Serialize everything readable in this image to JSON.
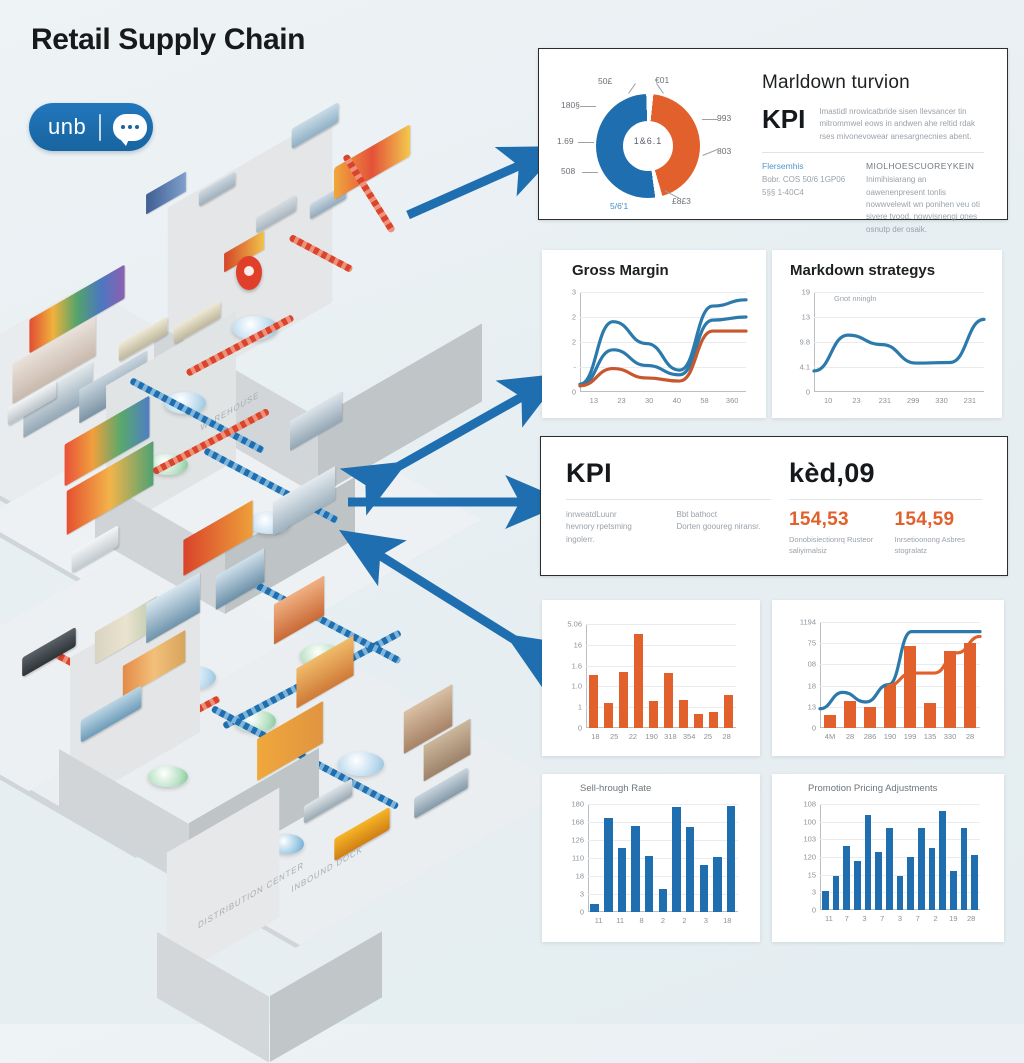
{
  "page": {
    "title": "Retail Supply Chain",
    "background_color": "#e9eff2",
    "accent_blue": "#1f6fb0",
    "accent_orange": "#e2602b"
  },
  "badge": {
    "word": "unb",
    "icon": "chat-bubble-icon",
    "color": "#1c6aa8"
  },
  "scene": {
    "name": "isometric-supply-chain-illustration",
    "labels": [
      "WAREHOUSE",
      "DISTRIBUTION CENTER",
      "INBOUND DOCK"
    ],
    "belt_red": "#d8452a",
    "belt_blue": "#1f6fb0"
  },
  "arrows": [
    {
      "name": "arrow-to-markdown-panel"
    },
    {
      "name": "arrow-to-gross-margin-panel"
    },
    {
      "name": "arrow-to-kpi-panel"
    },
    {
      "name": "arrow-to-bar-charts-panel"
    }
  ],
  "panels": {
    "markdown_overview": {
      "heading": "Marldown turvion",
      "kpi_label": "KPI",
      "body": "Imastidl nrowicatbride sisen llevsancer tin mitrommwel eows in andwen ahe reltid rdak rses mivonevowear anesargnecnies abent.",
      "sub_accent": "Flersemhis",
      "sub_head": "MIOLHOESCUOREYKEIN",
      "sub_left": "Bobr. COS 50/6 1GP06 5§§ 1-40C4",
      "sub_right": "Inimihisiarang an oawenenpresent tonlis nowwvelewit wn ponihen veu oti sivere tvood. nowvisnengi qnes osnutp der osaik."
    },
    "kpi_block": {
      "heading": "KPI",
      "value_big": "kèd,09",
      "col1_head": "inrweatdLuunr",
      "col1_body": "hevnory rpetsming ingolerr.",
      "col2_head": "Bbt bathoct",
      "col2_body": "Dorten gooureg niransr.",
      "metric1_value": "154,53",
      "metric1_caption": "Donobisiectionrq Rusteor saliyimalsiz",
      "metric2_value": "154,59",
      "metric2_caption": "Inrsetioonong Asbres stogralatz"
    }
  },
  "chart_data": [
    {
      "name": "markdown-overview-donut",
      "type": "pie",
      "title": "Marldown turvion",
      "donut": true,
      "center_label": "1&6.1",
      "categories": [
        "Blue segment",
        "Orange segment"
      ],
      "values": [
        55,
        45
      ],
      "colors": [
        "#1f6fb0",
        "#e2602b"
      ],
      "callout_labels": [
        "50£",
        "€01",
        "180§",
        "993",
        "1.69",
        "803",
        "508",
        "£8£3",
        "5/6'1"
      ],
      "legend": "none"
    },
    {
      "name": "gross-margin-line",
      "type": "line",
      "title": "Gross Margin",
      "x": [
        13,
        23,
        30,
        40,
        58,
        360
      ],
      "xtick_labels": [
        "13",
        "23",
        "30",
        "40",
        "58",
        "360"
      ],
      "ytick_labels": [
        "0",
        "-",
        "2",
        "2",
        "3"
      ],
      "ylim": [
        0,
        3.2
      ],
      "grid": true,
      "series": [
        {
          "name": "series-blue-upper",
          "color": "#2b7aab",
          "values": [
            0.25,
            2.25,
            1.55,
            0.7,
            2.75,
            2.95
          ]
        },
        {
          "name": "series-blue-lower",
          "color": "#2b7aab",
          "values": [
            0.2,
            1.35,
            0.85,
            0.55,
            2.3,
            2.4
          ]
        },
        {
          "name": "series-orange",
          "color": "#c7572c",
          "values": [
            0.2,
            0.75,
            0.45,
            0.35,
            1.95,
            1.95
          ]
        }
      ]
    },
    {
      "name": "markdown-strategy-line",
      "type": "line",
      "title": "Markdown strategys",
      "annotation": "Gnot nningln",
      "x": [
        10,
        23,
        231,
        299,
        330,
        231
      ],
      "xtick_labels": [
        "10",
        "23",
        "231",
        "299",
        "330",
        "231"
      ],
      "ytick_labels": [
        "0",
        "4.1",
        "9.8",
        "13",
        "19"
      ],
      "ylim": [
        0,
        19
      ],
      "grid": true,
      "series": [
        {
          "name": "series-blue",
          "color": "#2b7aab",
          "values": [
            4.0,
            10.8,
            9.0,
            5.5,
            5.6,
            13.8
          ]
        }
      ]
    },
    {
      "name": "orange-bar-chart",
      "type": "bar",
      "title": "",
      "categories": [
        "18",
        "25",
        "22",
        "190",
        "318",
        "354",
        "25",
        "25",
        "28",
        "28"
      ],
      "xtick_labels": [
        "18",
        "25",
        "22",
        "190",
        "318",
        "354",
        "25",
        "28"
      ],
      "ytick_labels": [
        "0",
        "1",
        "1.0",
        "1.6",
        "16",
        "5.06"
      ],
      "values": [
        1.52,
        0.72,
        1.62,
        2.72,
        0.78,
        1.58,
        0.82,
        0.4,
        0.45,
        0.95
      ],
      "color": "#e2602b",
      "ylim": [
        0,
        3
      ],
      "grid": true
    },
    {
      "name": "combo-bar-line-chart",
      "type": "bar",
      "title": "",
      "categories": [
        "4M",
        "28",
        "286",
        "190",
        "199",
        "135",
        "330",
        "28"
      ],
      "xtick_labels": [
        "4M",
        "28",
        "286",
        "190",
        "199",
        "135",
        "330",
        "28"
      ],
      "ytick_labels": [
        "0",
        "13",
        "18",
        "08",
        "75",
        "1194"
      ],
      "ylim": [
        0,
        110
      ],
      "grid": true,
      "values": [
        14,
        28,
        22,
        45,
        85,
        26,
        80,
        88
      ],
      "color": "#e2602b",
      "series": [
        {
          "name": "line-blue",
          "color": "#2b7aab",
          "type": "line",
          "values": [
            20,
            37,
            27,
            45,
            100,
            100,
            100,
            100
          ]
        },
        {
          "name": "line-orange",
          "color": "#e2602b",
          "type": "line",
          "values": [
            null,
            null,
            null,
            44,
            57,
            57,
            78,
            95
          ]
        }
      ]
    },
    {
      "name": "sell-through-rate-bars",
      "type": "bar",
      "title": "Sell-hrough Rate",
      "categories": [
        "11",
        "11",
        "8",
        "2",
        "2",
        "3",
        "18",
        "",
        "",
        "",
        ""
      ],
      "xtick_labels": [
        "11",
        "11",
        "8",
        "2",
        "2",
        "3",
        "18"
      ],
      "ytick_labels": [
        "0",
        "3",
        "18",
        "110",
        "126",
        "168",
        "180"
      ],
      "ylim": [
        0,
        190
      ],
      "grid": true,
      "values": [
        14,
        165,
        112,
        152,
        98,
        40,
        185,
        150,
        83,
        96,
        187
      ],
      "color": "#1f6fb0"
    },
    {
      "name": "promotion-pricing-adjustments-bars",
      "type": "bar",
      "title": "Promotion Pricing Adjustments",
      "categories": [
        "11",
        "7",
        "3",
        "7",
        "3",
        "7",
        "2",
        "19",
        "28",
        "",
        "",
        "",
        "",
        ""
      ],
      "xtick_labels": [
        "11",
        "7",
        "3",
        "7",
        "3",
        "7",
        "2",
        "19",
        "28"
      ],
      "ytick_labels": [
        "0",
        "3",
        "15",
        "120",
        "103",
        "100",
        "108"
      ],
      "ylim": [
        0,
        120
      ],
      "grid": true,
      "values": [
        22,
        38,
        72,
        56,
        108,
        66,
        93,
        38,
        60,
        93,
        70,
        112,
        44,
        93,
        62
      ],
      "color": "#1f6fb0"
    }
  ]
}
